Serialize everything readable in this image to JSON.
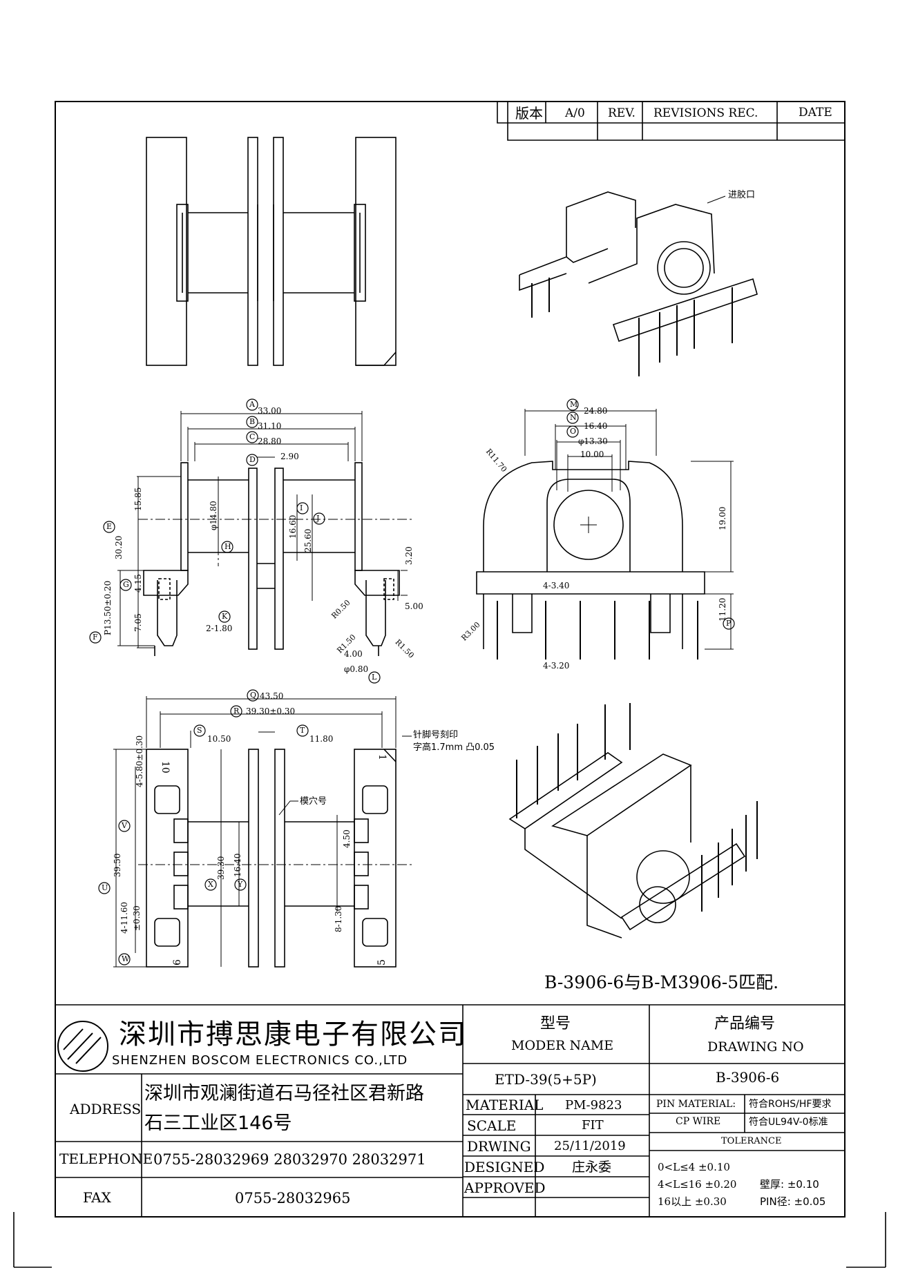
{
  "revisions": {
    "col1": "版本",
    "col2": "A/0",
    "col3": "REV.",
    "col4": "REVISIONS REC.",
    "col5": "DATE"
  },
  "callouts": {
    "gate": "进胶口",
    "pin_mark_1": "针脚号刻印",
    "pin_mark_2": "字高1.7mm 凸0.05",
    "mold_no": "模穴号",
    "match_note": "B-3906-6与B-M3906-5匹配."
  },
  "dims": {
    "A": "33.00",
    "B": "31.10",
    "C": "28.80",
    "D": "2.90",
    "E_1": "15.85",
    "E_2": "30.20",
    "G": "4.15",
    "F_1": "P13.50±0.20",
    "F_2": "7.05",
    "H": "φ14.80",
    "I": "16.60",
    "J": "25.60",
    "K": "2-1.80",
    "r050": "R0.50",
    "r150a": "R1.50",
    "r150b": "R1.50",
    "d400": "4.00",
    "d080": "φ0.80",
    "d320": "3.20",
    "d500": "5.00",
    "M": "24.80",
    "N": "16.40",
    "O": "φ13.30",
    "d1000": "10.00",
    "r1170": "R11.70",
    "d1900": "19.00",
    "d1120": "11.20",
    "d4340": "4-3.40",
    "d4320": "4-3.20",
    "r300": "R3.00",
    "Q": "43.50",
    "R": "39.30±0.30",
    "S": "10.50",
    "T": "11.80",
    "V1": "4-5.80±0.30",
    "U": "39.50",
    "W1": "4-11.60",
    "W2": "±0.30",
    "X": "39.30",
    "Y": "16.40",
    "d450": "4.50",
    "d8130": "8-1.30",
    "pin10": "10",
    "pin1": "1",
    "pin6": "6",
    "pin5": "5"
  },
  "circle_letters": [
    "A",
    "B",
    "C",
    "D",
    "E",
    "F",
    "G",
    "H",
    "I",
    "J",
    "K",
    "L",
    "M",
    "N",
    "O",
    "P",
    "Q",
    "R",
    "S",
    "T",
    "U",
    "V",
    "W",
    "X",
    "Y"
  ],
  "company": {
    "cn": "深圳市搏思康电子有限公司",
    "en": "SHENZHEN  BOSCOM  ELECTRONICS  CO.,LTD"
  },
  "model": {
    "label_cn": "型号",
    "label_en": "MODER NAME",
    "value": "ETD-39(5+5P)"
  },
  "drawing_no": {
    "label_cn": "产品编号",
    "label_en": "DRAWING NO",
    "value": "B-3906-6"
  },
  "address": {
    "label": "ADDRESS",
    "line1": "深圳市观澜街道石马径社区君新路",
    "line2": "石三工业区146号"
  },
  "telephone": {
    "label": "TELEPHONE",
    "value": "0755-28032969 28032970 28032971"
  },
  "fax": {
    "label": "FAX",
    "value": "0755-28032965"
  },
  "material": {
    "label": "MATERIAL",
    "value": "PM-9823"
  },
  "scale": {
    "label": "SCALE",
    "value": "FIT"
  },
  "drawing": {
    "label": "DRWING",
    "value": "25/11/2019"
  },
  "designed": {
    "label": "DESIGNED",
    "value": "庄永委"
  },
  "approved": {
    "label": "APPROVED",
    "value": ""
  },
  "pin_material": {
    "label1": "PIN MATERIAL:",
    "label2": "CP WIRE",
    "req1": "符合ROHS/HF要求",
    "req2": "符合UL94V-0标准"
  },
  "tolerance": {
    "title": "TOLERANCE",
    "r1": "0<L≤4  ±0.10",
    "r2": "4<L≤16  ±0.20",
    "r3": "16以上    ±0.30",
    "wall": "壁厚:   ±0.10",
    "pin": "PIN径: ±0.05"
  }
}
